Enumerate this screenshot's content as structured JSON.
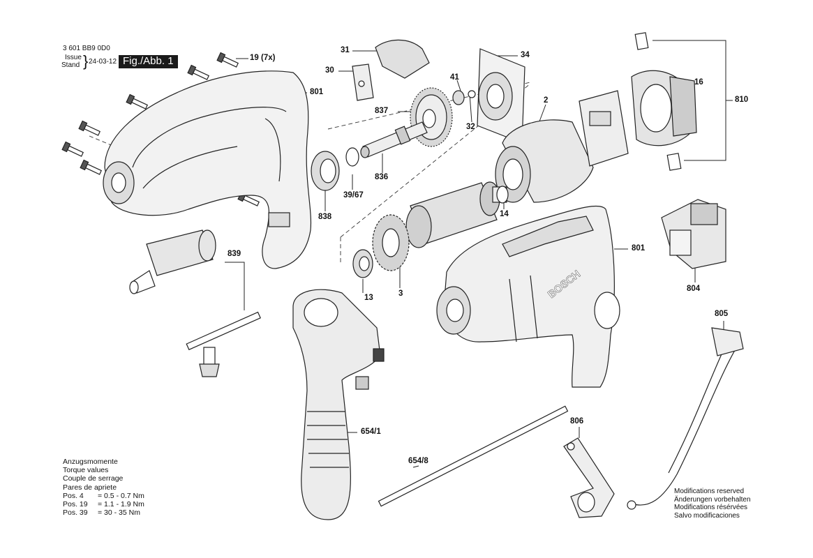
{
  "header": {
    "doc_number": "3 601 BB9 0D0",
    "issue": "Issue",
    "stand": "Stand",
    "date": "24-03-12",
    "figure": "Fig./Abb. 1"
  },
  "parts": {
    "p19": "19",
    "p19_qty": "(7x)",
    "p801a": "801",
    "p31": "31",
    "p30": "30",
    "p34": "34",
    "p41": "41",
    "p837": "837",
    "p32": "32",
    "p2": "2",
    "p16": "16",
    "p810": "810",
    "p836": "836",
    "p3967": "39/67",
    "p838": "838",
    "p14": "14",
    "p839": "839",
    "p801b": "801",
    "p804": "804",
    "p13": "13",
    "p3": "3",
    "p805": "805",
    "p6541": "654/1",
    "p806": "806",
    "p6548": "654/8"
  },
  "brand_on_tool": "BOSCH",
  "torque": {
    "title_de": "Anzugsmomente",
    "title_en": "Torque values",
    "title_fr": "Couple de serrage",
    "title_es": "Pares de apriete",
    "rows": [
      {
        "pos": "Pos. 4",
        "value": "= 0.5 - 0.7 Nm"
      },
      {
        "pos": "Pos. 19",
        "value": "= 1.1 - 1.9 Nm"
      },
      {
        "pos": "Pos. 39",
        "value": "= 30 - 35 Nm"
      }
    ]
  },
  "modifications": [
    "Modifications reserved",
    "Änderungen vorbehalten",
    "Modifications résérvées",
    "Salvo modificaciones"
  ]
}
